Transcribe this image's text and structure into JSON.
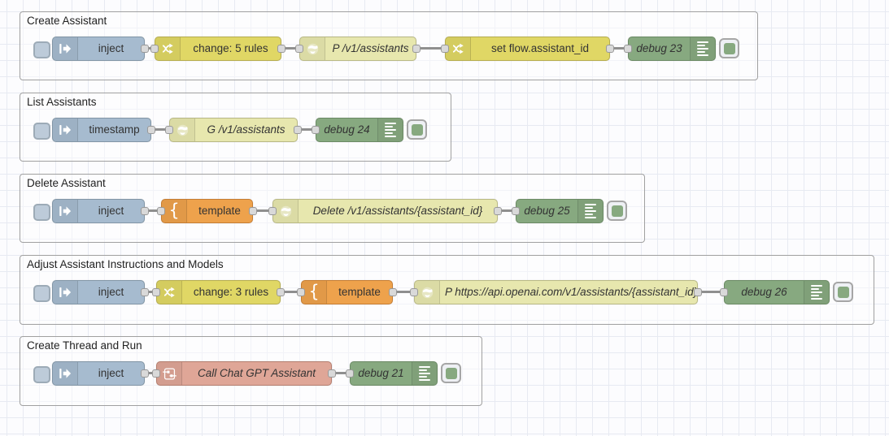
{
  "app": "Node-RED flow editor",
  "colors": {
    "inject": "#a6bbcf",
    "change": "#e0d765",
    "http_request": "#e7e7ae",
    "template": "#eea24c",
    "debug": "#87a980",
    "subflow": "#dfa697",
    "wire": "#8f8f8f",
    "group_border": "#a0a0a0",
    "grid_line": "#e7eaf2"
  },
  "icons": {
    "template_brace": "{"
  },
  "groups": [
    {
      "title": "Create Assistant",
      "nodes": [
        {
          "type": "inject",
          "label": "inject"
        },
        {
          "type": "change",
          "label": "change: 5 rules"
        },
        {
          "type": "http request",
          "label": "P /v1/assistants"
        },
        {
          "type": "change",
          "label": "set flow.assistant_id"
        },
        {
          "type": "debug",
          "label": "debug 23"
        }
      ]
    },
    {
      "title": "List Assistants",
      "nodes": [
        {
          "type": "inject",
          "label": "timestamp"
        },
        {
          "type": "http request",
          "label": "G /v1/assistants"
        },
        {
          "type": "debug",
          "label": "debug 24"
        }
      ]
    },
    {
      "title": "Delete Assistant",
      "nodes": [
        {
          "type": "inject",
          "label": "inject"
        },
        {
          "type": "template",
          "label": "template"
        },
        {
          "type": "http request",
          "label": "Delete /v1/assistants/{assistant_id}"
        },
        {
          "type": "debug",
          "label": "debug 25"
        }
      ]
    },
    {
      "title": "Adjust Assistant Instructions and Models",
      "nodes": [
        {
          "type": "inject",
          "label": "inject"
        },
        {
          "type": "change",
          "label": "change: 3 rules"
        },
        {
          "type": "template",
          "label": "template"
        },
        {
          "type": "http request",
          "label": "P https://api.openai.com/v1/assistants/{assistant_id}"
        },
        {
          "type": "debug",
          "label": "debug 26"
        }
      ]
    },
    {
      "title": "Create Thread and Run",
      "nodes": [
        {
          "type": "inject",
          "label": "inject"
        },
        {
          "type": "subflow",
          "label": "Call Chat GPT Assistant"
        },
        {
          "type": "debug",
          "label": "debug 21"
        }
      ]
    }
  ]
}
